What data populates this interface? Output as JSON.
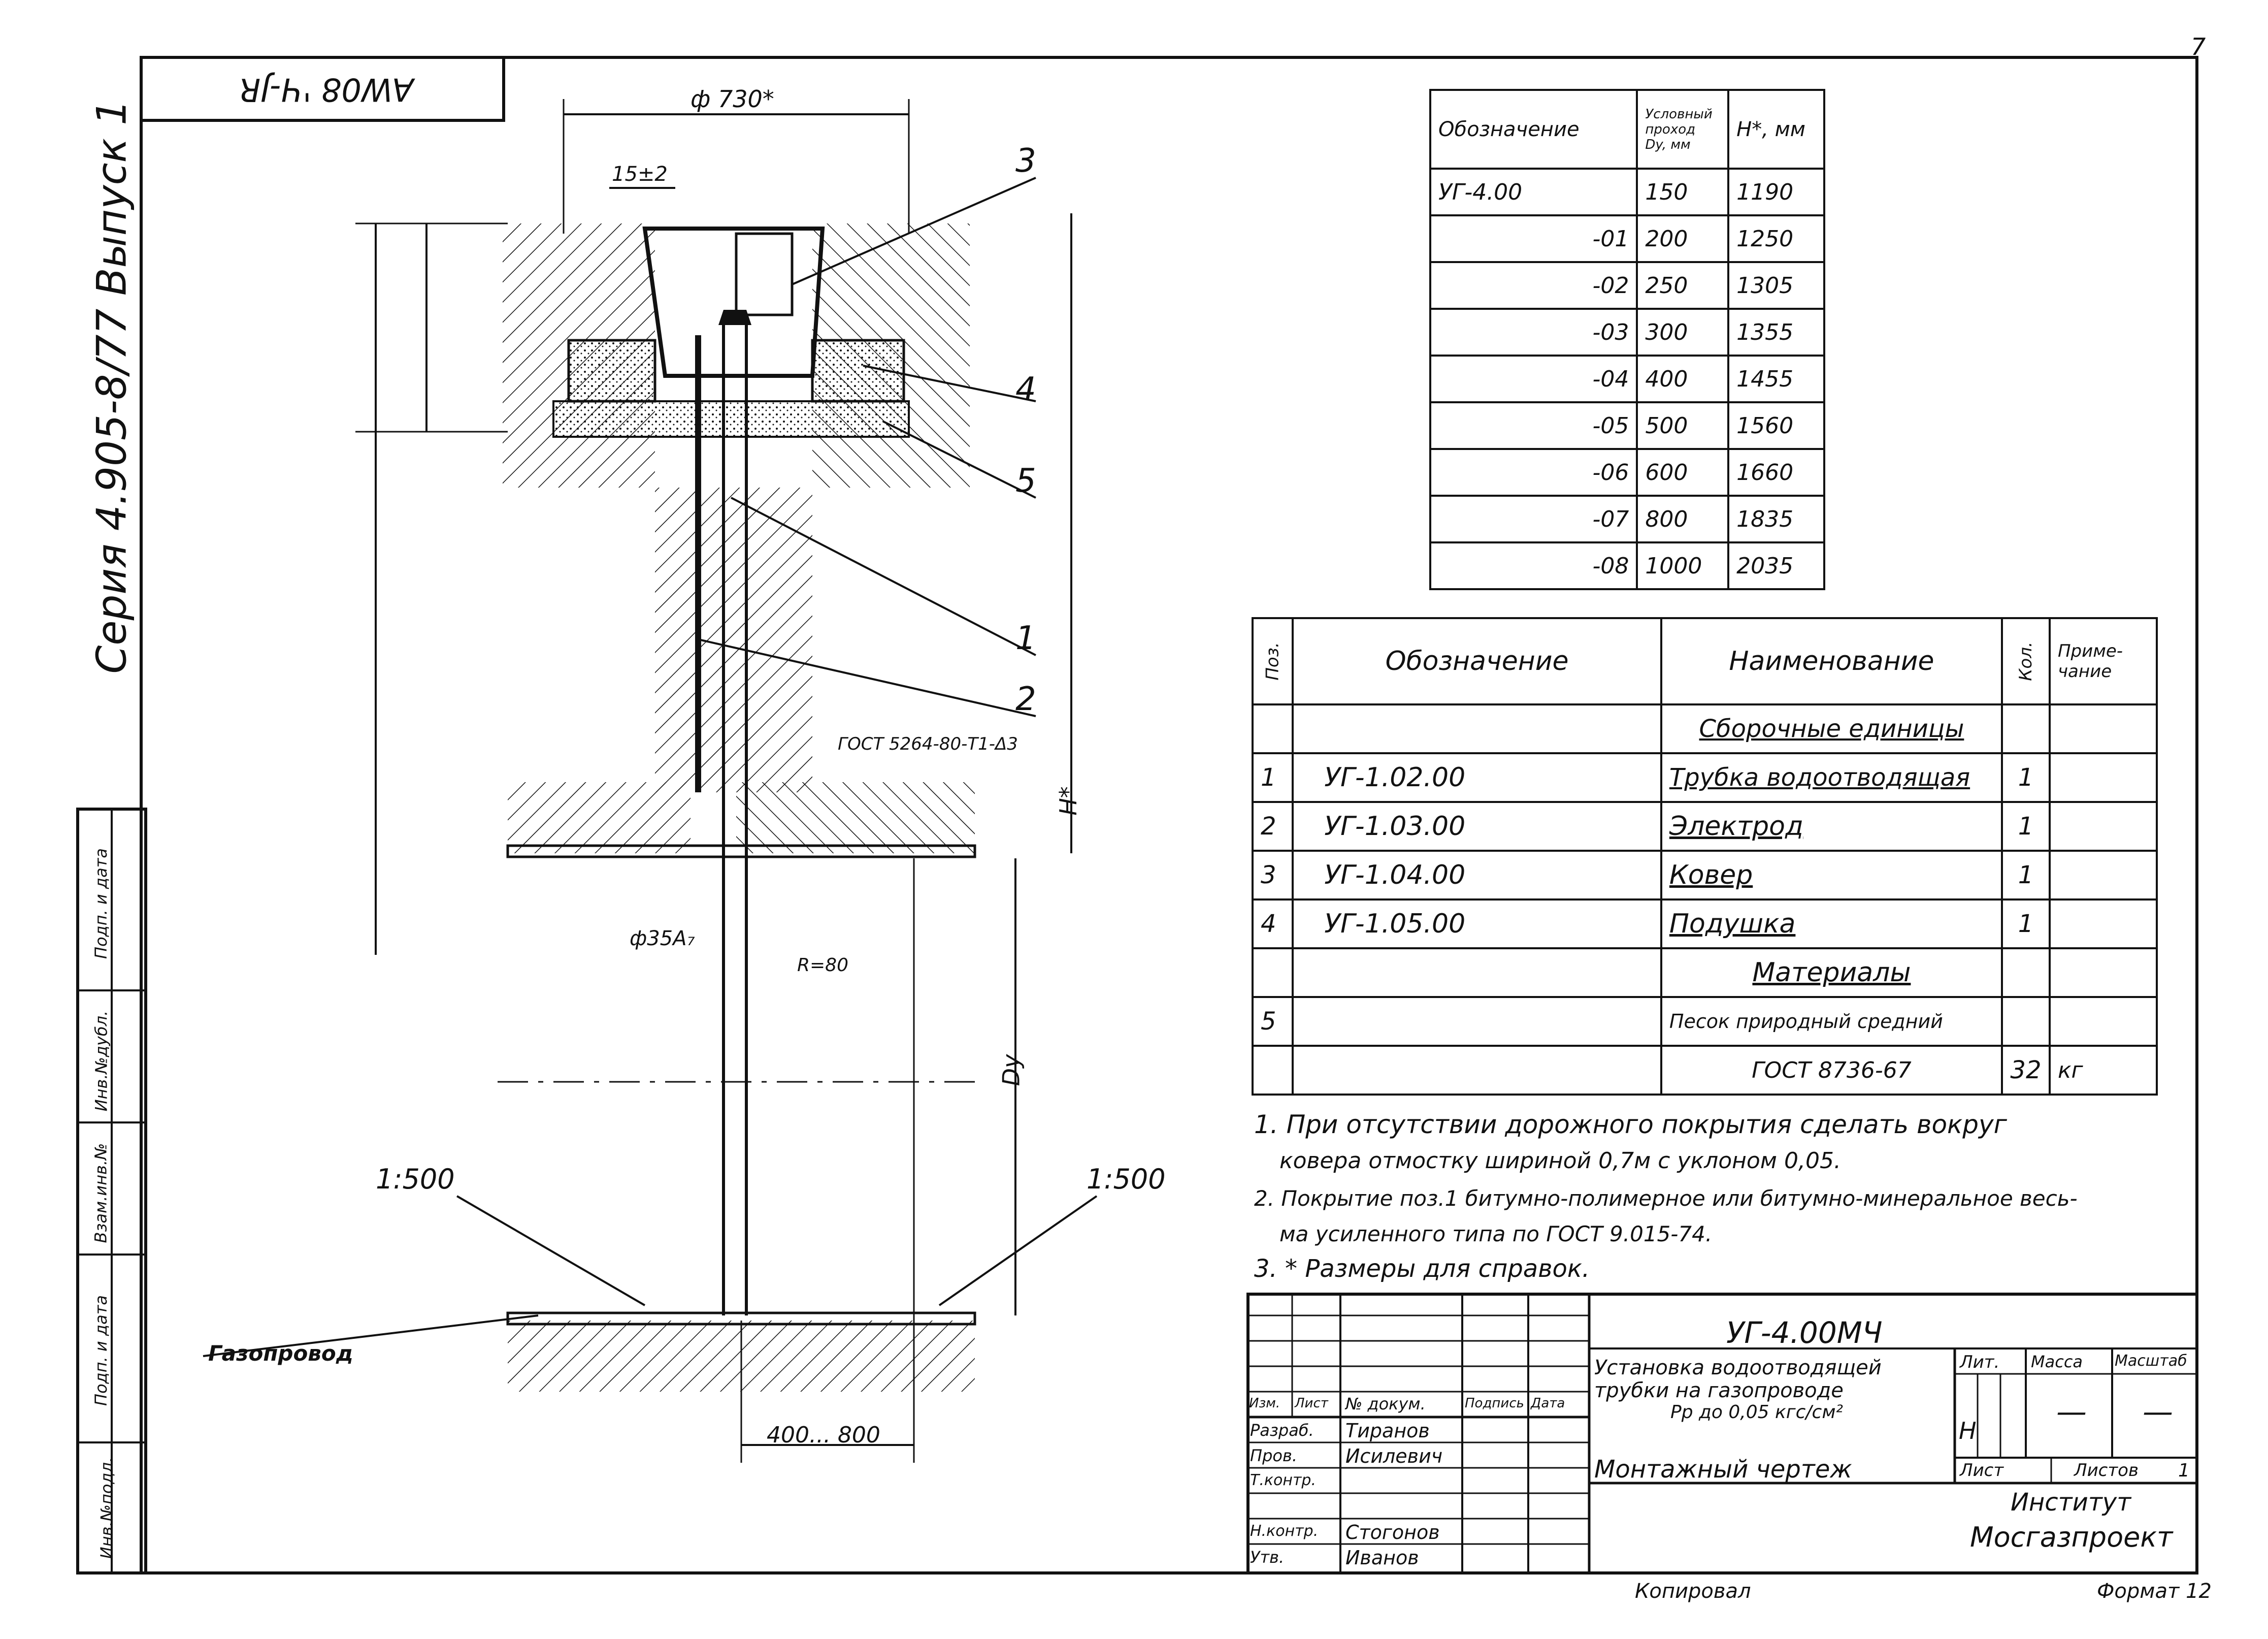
{
  "sheet_number": "7",
  "corner_stamp": "AW08 'Ч-JR",
  "series_label": "Серия 4.905-8/77 Выпуск 1",
  "left_stamp_labels": [
    "Инв.№подл.",
    "Подп. и дата",
    "Взам.инв.№",
    "Инв.№дубл.",
    "Подп. и дата"
  ],
  "drawing": {
    "callouts": [
      "1",
      "2",
      "3",
      "4",
      "5"
    ],
    "dim_top": "ф 730*",
    "dim_small": "15±2",
    "dim_d35": "ф35А₇",
    "dim_r": "R=80",
    "dim_range": "400... 800",
    "dim_dy": "Dy",
    "dim_h": "H*",
    "slope_left": "1:500",
    "slope_right": "1:500",
    "weld_note": "ГОСТ 5264-80-Т1-Δ3",
    "pipeline_label": "Газопровод"
  },
  "dim_table": {
    "headers": [
      "Обозначение",
      "Условный проход Dy, мм",
      "H*, мм"
    ],
    "rows": [
      [
        "УГ-4.00",
        "150",
        "1190"
      ],
      [
        "-01",
        "200",
        "1250"
      ],
      [
        "-02",
        "250",
        "1305"
      ],
      [
        "-03",
        "300",
        "1355"
      ],
      [
        "-04",
        "400",
        "1455"
      ],
      [
        "-05",
        "500",
        "1560"
      ],
      [
        "-06",
        "600",
        "1660"
      ],
      [
        "-07",
        "800",
        "1835"
      ],
      [
        "-08",
        "1000",
        "2035"
      ]
    ]
  },
  "spec_table": {
    "headers": [
      "Поз.",
      "Обозначение",
      "Наименование",
      "Кол.",
      "Приме-чание"
    ],
    "rows": [
      [
        "",
        "",
        "Сборочные единицы",
        "",
        ""
      ],
      [
        "1",
        "УГ-1.02.00",
        "Трубка водоотводящая",
        "1",
        ""
      ],
      [
        "2",
        "УГ-1.03.00",
        "Электрод",
        "1",
        ""
      ],
      [
        "3",
        "УГ-1.04.00",
        "Ковер",
        "1",
        ""
      ],
      [
        "4",
        "УГ-1.05.00",
        "Подушка",
        "1",
        ""
      ],
      [
        "",
        "",
        "Материалы",
        "",
        ""
      ],
      [
        "5",
        "",
        "Песок природный средний",
        "",
        ""
      ],
      [
        "",
        "",
        "ГОСТ 8736-67",
        "32",
        "кг"
      ]
    ]
  },
  "notes": [
    "1. При отсутствии дорожного покрытия сделать вокруг",
    "ковера отмостку шириной 0,7м с уклоном 0,05.",
    "2. Покрытие поз.1 битумно-полимерное или битумно-минеральное весь-",
    "ма усиленного типа по ГОСТ 9.015-74.",
    "3. * Размеры для справок."
  ],
  "title_block": {
    "designation": "УГ-4.00МЧ",
    "title_lines": [
      "Установка водоотводящей",
      "трубки на газопроводе",
      "Pр до 0,05 кгс/см²"
    ],
    "drawing_type": "Монтажный чертеж",
    "header_cells": [
      "Изм.",
      "Лист",
      "№ докум.",
      "Подпись",
      "Дата"
    ],
    "roles": [
      "Разраб.",
      "Пров.",
      "Т.контр.",
      "Н.контр.",
      "Утв."
    ],
    "names": [
      "Тиранов",
      "Исилевич",
      "",
      "Стогонов",
      "Иванов"
    ],
    "lit_label": "Лит.",
    "mass_label": "Масса",
    "scale_label": "Масштаб",
    "lit_value": "Н",
    "mass_value": "—",
    "scale_value": "—",
    "sheet_label": "Лист",
    "sheets_label": "Листов",
    "sheets_value": "1",
    "org_lines": [
      "Институт",
      "Мосгазпроект"
    ]
  },
  "footer": {
    "copied": "Копировал",
    "format": "Формат 12"
  }
}
